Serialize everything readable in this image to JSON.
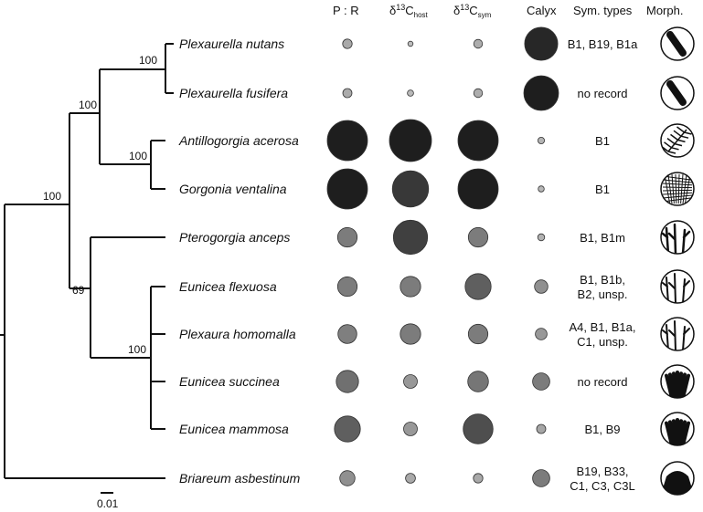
{
  "headers": {
    "pr": "P : R",
    "host_prefix": "δ",
    "host_sup": "13",
    "host_main": "C",
    "host_sub": "host",
    "sym_prefix": "δ",
    "sym_sup": "13",
    "sym_main": "C",
    "sym_sub": "sym",
    "calyx": "Calyx",
    "symtypes": "Sym. types",
    "morph": "Morph."
  },
  "bootstrap": {
    "n1": "100",
    "n2": "100",
    "n3": "100",
    "n4": "100",
    "n5": "69",
    "n6": "100"
  },
  "scale_bar": {
    "label": "0.01"
  },
  "taxa": [
    {
      "name": "Plexaurella nutans",
      "sym_lines": [
        "B1, B19, B1a"
      ],
      "pr": 0.18,
      "host": 0.06,
      "sym": 0.16,
      "calyx": 0.95,
      "morph": "rod"
    },
    {
      "name": "Plexaurella fusifera",
      "sym_lines": [
        "no record"
      ],
      "pr": 0.17,
      "host": 0.09,
      "sym": 0.16,
      "calyx": 1.0,
      "morph": "rod"
    },
    {
      "name": "Antillogorgia acerosa",
      "sym_lines": [
        "B1"
      ],
      "pr": 1.0,
      "host": 1.0,
      "sym": 1.0,
      "calyx": 0.12,
      "morph": "feather"
    },
    {
      "name": "Gorgonia ventalina",
      "sym_lines": [
        "B1"
      ],
      "pr": 1.0,
      "host": 0.85,
      "sym": 1.0,
      "calyx": 0.1,
      "morph": "fan"
    },
    {
      "name": "Pterogorgia anceps",
      "sym_lines": [
        "B1, B1m"
      ],
      "pr": 0.45,
      "host": 0.8,
      "sym": 0.45,
      "calyx": 0.13,
      "morph": "branched"
    },
    {
      "name": "Eunicea flexuosa",
      "sym_lines": [
        "B1, B1b,",
        "B2, unsp."
      ],
      "pr": 0.45,
      "host": 0.45,
      "sym": 0.62,
      "calyx": 0.33,
      "morph": "candelabra"
    },
    {
      "name": "Plexaura homomalla",
      "sym_lines": [
        "A4, B1, B1a,",
        "C1, unsp."
      ],
      "pr": 0.43,
      "host": 0.45,
      "sym": 0.45,
      "calyx": 0.28,
      "morph": "candelabra"
    },
    {
      "name": "Eunicea succinea",
      "sym_lines": [
        "no record"
      ],
      "pr": 0.52,
      "host": 0.28,
      "sym": 0.48,
      "calyx": 0.45,
      "morph": "bushy"
    },
    {
      "name": "Eunicea mammosa",
      "sym_lines": [
        "B1, B9"
      ],
      "pr": 0.62,
      "host": 0.28,
      "sym": 0.72,
      "calyx": 0.2,
      "morph": "bushy"
    },
    {
      "name": "Briareum asbestinum",
      "sym_lines": [
        "B19, B33,",
        "C1, C3, C3L"
      ],
      "pr": 0.33,
      "host": 0.18,
      "sym": 0.18,
      "calyx": 0.45,
      "morph": "encrusting"
    }
  ]
}
